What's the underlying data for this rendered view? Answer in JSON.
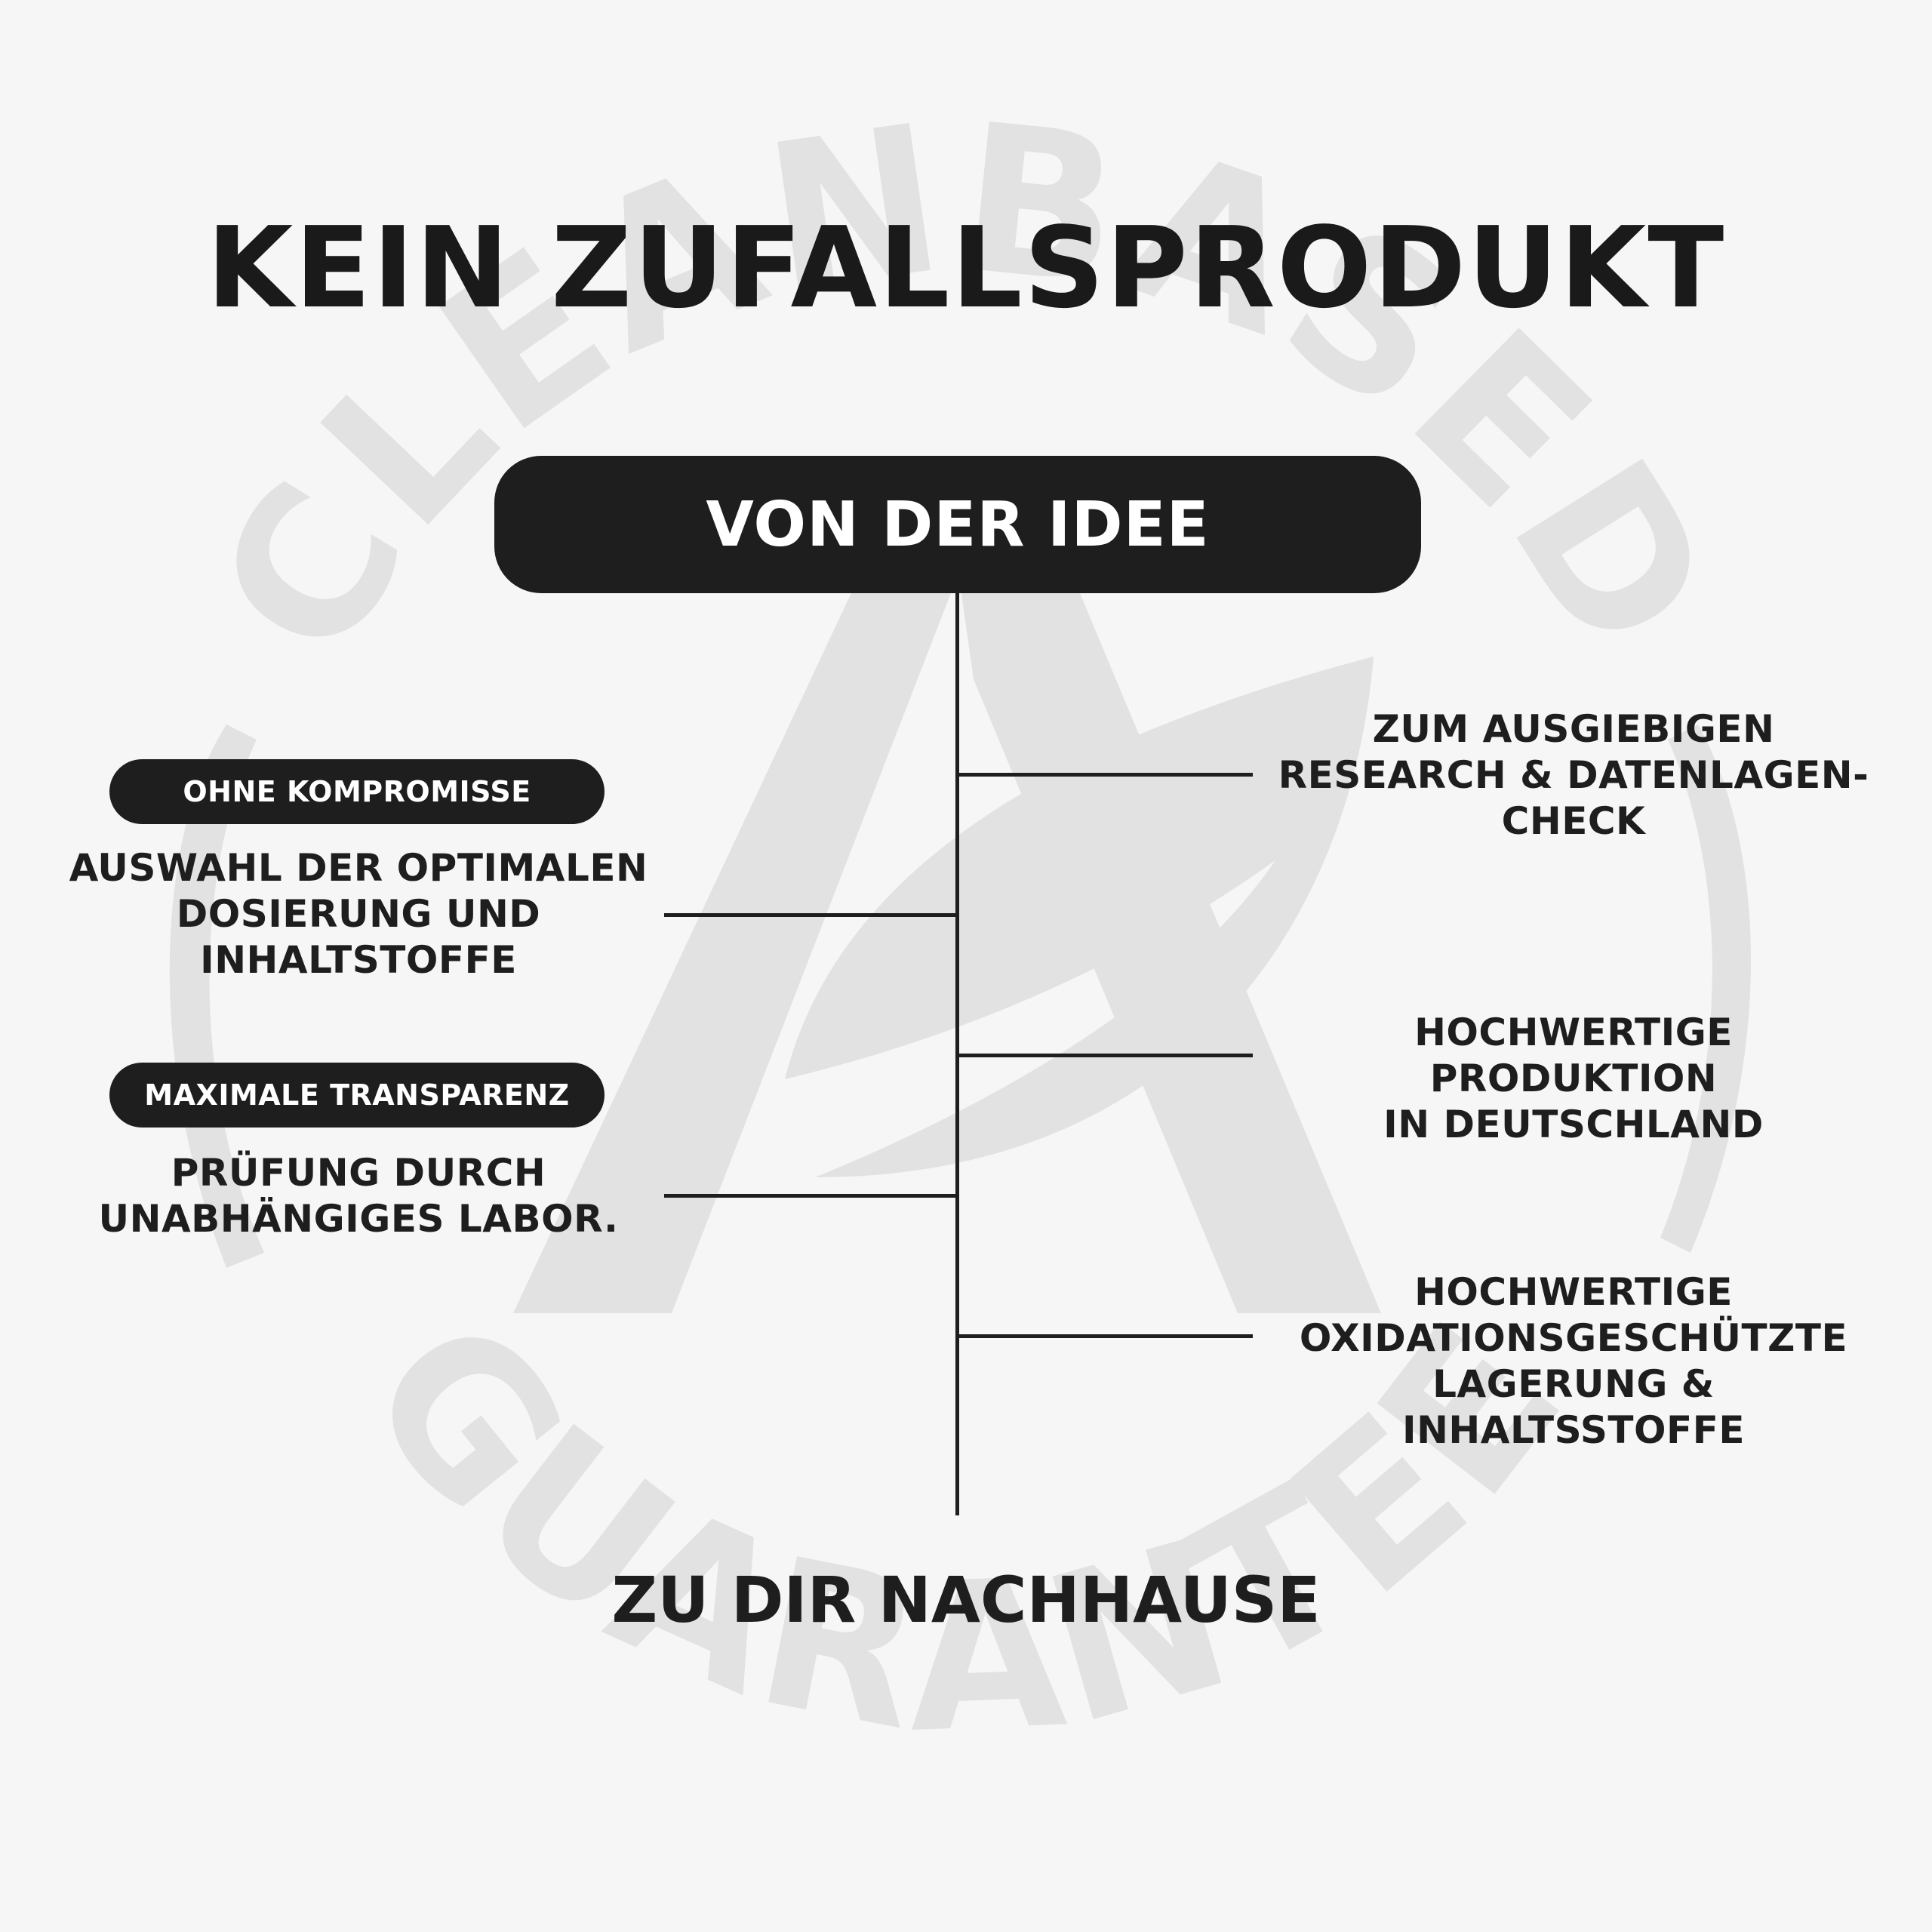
{
  "title": "KEIN ZUFALLSPRODUKT",
  "start_label": "VON DER IDEE",
  "end_label": "ZU DIR NACHHAUSE",
  "left_items": [
    {
      "tag": "OHNE KOMPROMISSE",
      "text": "AUSWAHL DER OPTIMALEN\nDOSIERUNG UND\nINHALTSTOFFE"
    },
    {
      "tag": "MAXIMALE TRANSPARENZ",
      "text": "PRÜFUNG DURCH\nUNABHÄNGIGES LABOR."
    }
  ],
  "right_items": [
    {
      "text": "ZUM AUSGIEBIGEN\nRESEARCH & DATENLAGEN-\nCHECK"
    },
    {
      "text": "HOCHWERTIGE PRODUKTION\nIN DEUTSCHLAND"
    },
    {
      "text": "HOCHWERTIGE\nOXIDATIONSGESCHÜTZTE\nLAGERUNG & INHALTSSTOFFE"
    }
  ],
  "watermark": {
    "top_arc_text": "CLEANBASED",
    "bottom_arc_text": "GUARANTEE",
    "color": "#dcdcdc",
    "icon": "leaf-logo-icon"
  },
  "colors": {
    "background": "#f6f6f6",
    "ink": "#1e1e1e",
    "pill_text": "#ffffff"
  }
}
